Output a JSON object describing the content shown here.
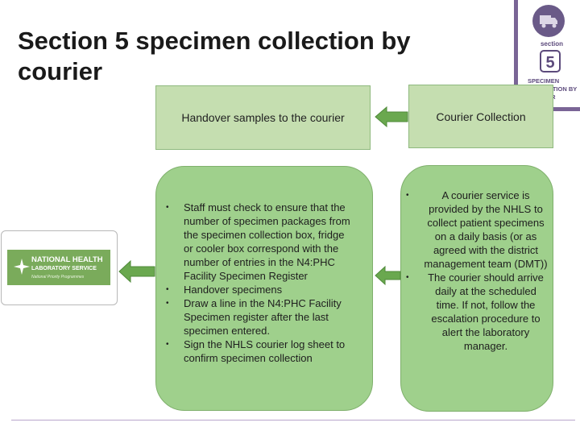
{
  "title": "Section 5 specimen collection by courier",
  "badge": {
    "section_label": "section",
    "number": "5",
    "text": "SPECIMEN COLLECTION BY COURIER",
    "icon": "truck-icon"
  },
  "boxes": {
    "handover_heading": "Handover samples to the courier",
    "courier_heading": "Courier Collection",
    "staff_bullets": [
      "Staff must check to ensure that the number  of specimen packages from the specimen collection box, fridge or cooler box correspond with the number of entries in the N4:PHC Facility Specimen Register",
      "Handover specimens",
      "Draw a line in the N4:PHC Facility Specimen register after the last specimen entered.",
      "Sign the NHLS courier log sheet to confirm specimen collection"
    ],
    "service_bullets": [
      "A courier service is provided by the NHLS to collect patient specimens on a daily basis (or as agreed with the district management team (DMT))",
      "The courier should arrive daily at the scheduled time. If not, follow the escalation procedure to alert the laboratory manager."
    ]
  },
  "logo": {
    "line1": "NATIONAL HEALTH",
    "line2": "LABORATORY SERVICE",
    "line3": "National Priority Programmes"
  },
  "colors": {
    "header_box": "#c5deb0",
    "content_box": "#9fd08c",
    "arrow": "#6aa84f",
    "badge_accent": "#7a6596"
  }
}
